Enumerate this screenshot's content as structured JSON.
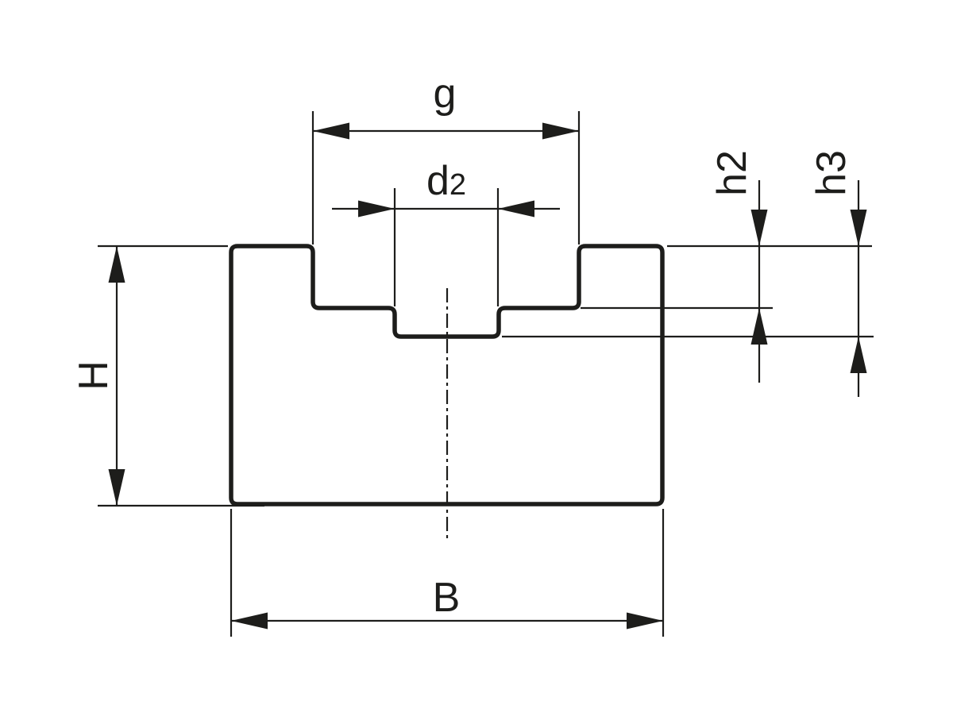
{
  "drawing": {
    "type": "technical-dimension-drawing",
    "background_color": "#ffffff",
    "line_color": "#1d1d1b",
    "dimension_labels": [
      "g",
      "d2",
      "h2",
      "h3",
      "H",
      "B"
    ],
    "labels": {
      "g": "g",
      "d2_base": "d",
      "d2_sub": "2",
      "h2": "h2",
      "h3": "h3",
      "H": "H",
      "B": "B"
    }
  }
}
